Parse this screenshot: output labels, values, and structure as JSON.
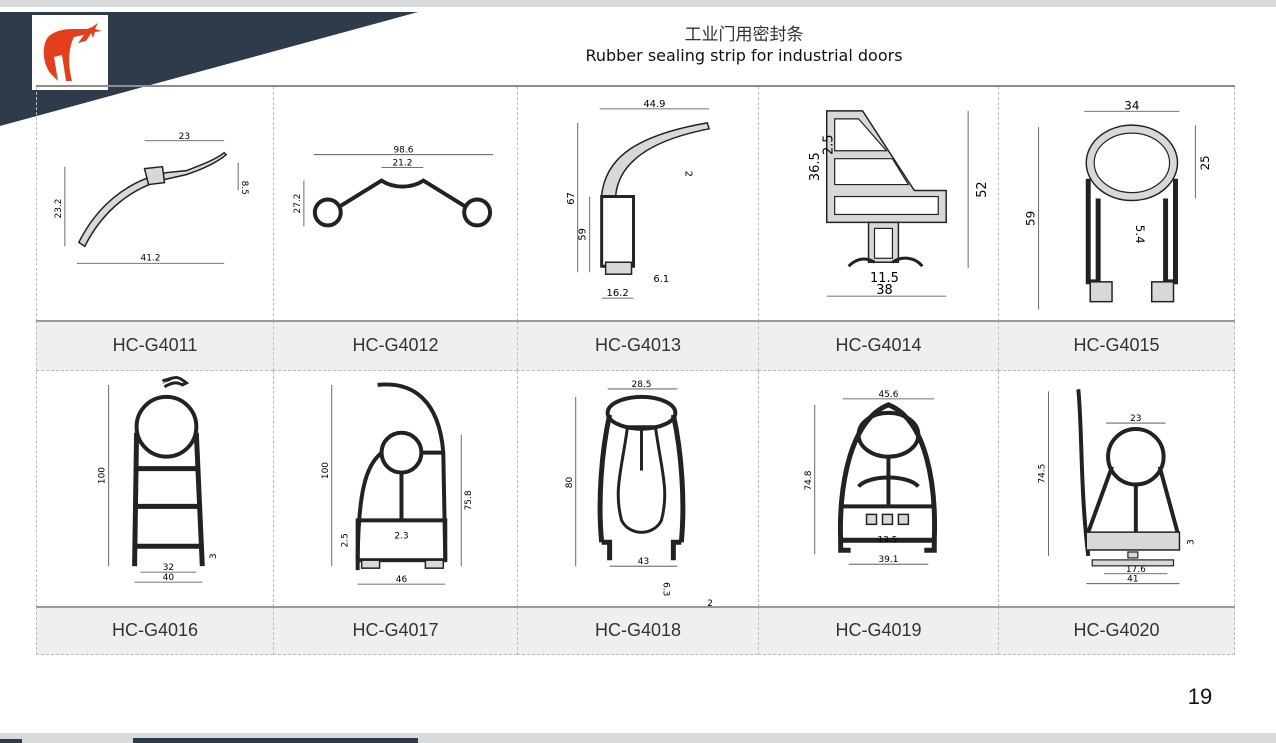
{
  "header": {
    "title_cn": "工业门用密封条",
    "title_en": "Rubber sealing strip for  industrial doors"
  },
  "colors": {
    "navy": "#2d3b4b",
    "logo_red": "#e2401c",
    "label_bg": "#efefef"
  },
  "products": [
    {
      "code": "HC-G4011",
      "dims": [
        "23",
        "8.5",
        "23.2",
        "41.2"
      ]
    },
    {
      "code": "HC-G4012",
      "dims": [
        "98.6",
        "21.2",
        "27.2"
      ]
    },
    {
      "code": "HC-G4013",
      "dims": [
        "44.9",
        "67",
        "59",
        "2",
        "6.1",
        "16.2"
      ]
    },
    {
      "code": "HC-G4014",
      "dims": [
        "36.5",
        "2.5",
        "52",
        "11.5",
        "38"
      ]
    },
    {
      "code": "HC-G4015",
      "dims": [
        "34",
        "25",
        "59",
        "5.4"
      ]
    },
    {
      "code": "HC-G4016",
      "dims": [
        "100",
        "3",
        "32",
        "40"
      ]
    },
    {
      "code": "HC-G4017",
      "dims": [
        "100",
        "75.8",
        "2.5",
        "2.3",
        "46"
      ]
    },
    {
      "code": "HC-G4018",
      "dims": [
        "28.5",
        "80",
        "2",
        "43",
        "6.3"
      ]
    },
    {
      "code": "HC-G4019",
      "dims": [
        "45.6",
        "74.8",
        "13.5",
        "39.1"
      ]
    },
    {
      "code": "HC-G4020",
      "dims": [
        "23",
        "74.5",
        "3",
        "17.6",
        "41"
      ]
    }
  ],
  "page_number": "19"
}
